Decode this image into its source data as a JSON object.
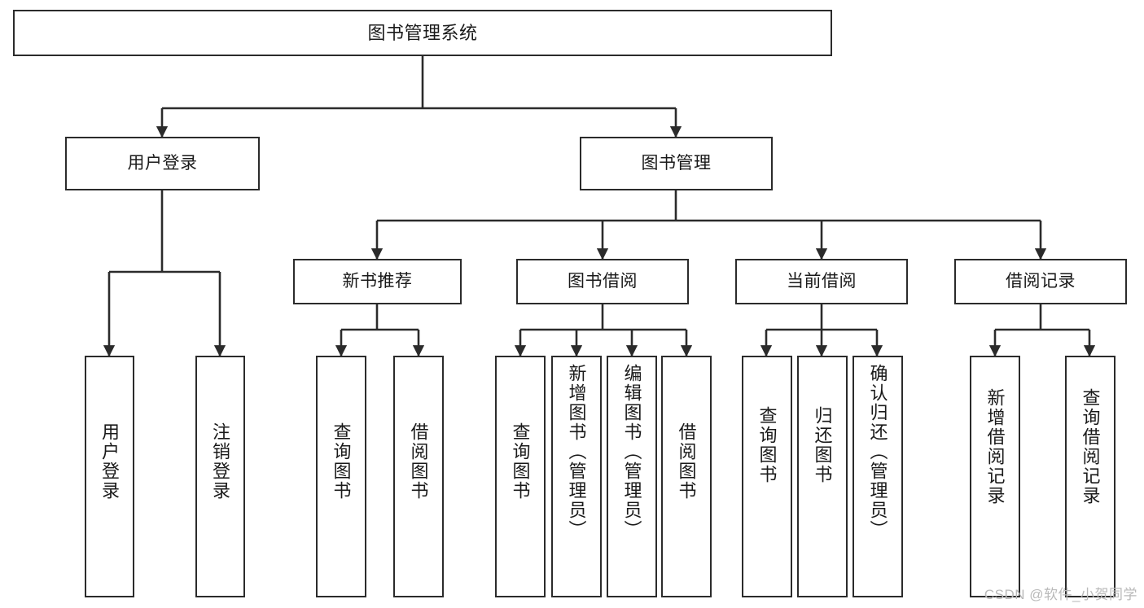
{
  "diagram": {
    "title": "图书管理系统",
    "type": "tree-hierarchy",
    "watermark": "CSDN @软件_小贺同学",
    "colors": {
      "stroke": "#2b2b2b",
      "fill": "#ffffff",
      "text": "#1a1a1a",
      "watermark": "#b9b9b9"
    },
    "levels": {
      "root": {
        "label": "图书管理系统"
      },
      "level2": [
        {
          "id": "n-user-login",
          "label": "用户登录"
        },
        {
          "id": "n-book-mgmt",
          "label": "图书管理"
        }
      ],
      "level3": [
        {
          "id": "n-new-book-rec",
          "label": "新书推荐"
        },
        {
          "id": "n-book-borrow",
          "label": "图书借阅"
        },
        {
          "id": "n-current-borrow",
          "label": "当前借阅"
        },
        {
          "id": "n-borrow-record",
          "label": "借阅记录"
        }
      ],
      "leaves": [
        {
          "id": "l-user-login",
          "label": "用户登录",
          "parent": "n-user-login"
        },
        {
          "id": "l-logout-login",
          "label": "注销登录",
          "parent": "n-user-login"
        },
        {
          "id": "l-query-book-1",
          "label": "查询图书",
          "parent": "n-new-book-rec"
        },
        {
          "id": "l-borrow-book-1",
          "label": "借阅图书",
          "parent": "n-new-book-rec"
        },
        {
          "id": "l-query-book-2",
          "label": "查询图书",
          "parent": "n-book-borrow"
        },
        {
          "id": "l-add-book",
          "label": "新增图书（管理员）",
          "parent": "n-book-borrow"
        },
        {
          "id": "l-edit-book",
          "label": "编辑图书（管理员）",
          "parent": "n-book-borrow"
        },
        {
          "id": "l-borrow-book-2",
          "label": "借阅图书",
          "parent": "n-book-borrow"
        },
        {
          "id": "l-query-book-3",
          "label": "查询图书",
          "parent": "n-current-borrow"
        },
        {
          "id": "l-return-book",
          "label": "归还图书",
          "parent": "n-current-borrow"
        },
        {
          "id": "l-confirm-return",
          "label": "确认归还（管理员）",
          "parent": "n-current-borrow"
        },
        {
          "id": "l-add-record",
          "label": "新增借阅记录",
          "parent": "n-borrow-record"
        },
        {
          "id": "l-query-record",
          "label": "查询借阅记录",
          "parent": "n-borrow-record"
        }
      ]
    }
  }
}
